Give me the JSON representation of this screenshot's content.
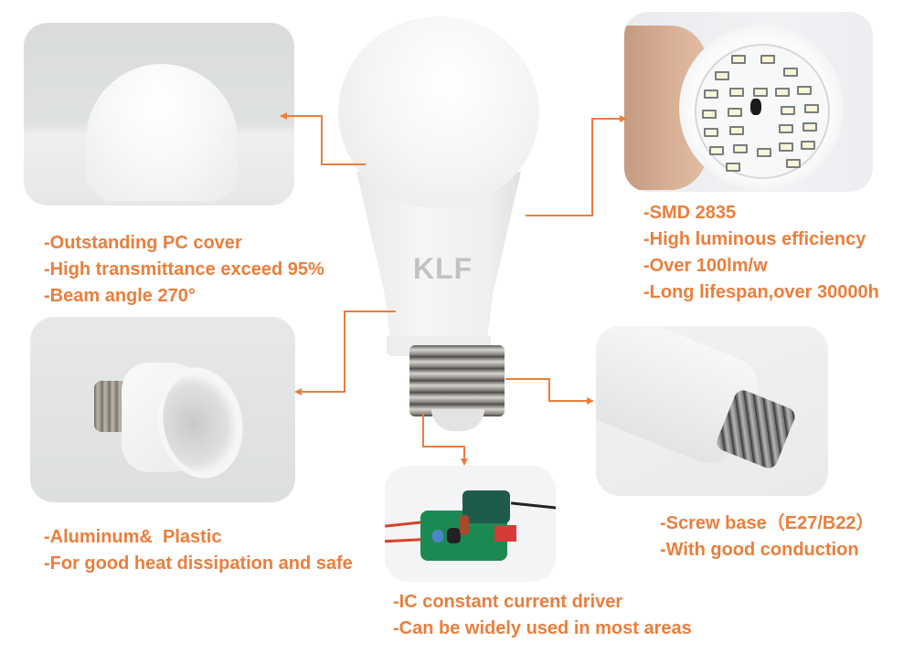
{
  "brand": {
    "logo_text": "KLF",
    "accent_color": "#ea7e3c"
  },
  "features": {
    "cover": {
      "lines": [
        "-Outstanding PC cover",
        "-High transmittance exceed 95%",
        "-Beam angle 270°"
      ]
    },
    "led": {
      "lines": [
        "-SMD 2835",
        "-High luminous efficiency",
        "-Over 100lm/w",
        "-Long lifespan,over 30000h"
      ]
    },
    "housing": {
      "lines": [
        "-Aluminum&  Plastic",
        "-For good heat dissipation and safe"
      ]
    },
    "screw_base": {
      "lines": [
        "-Screw base（E27/B22）",
        "-With good conduction"
      ]
    },
    "driver": {
      "lines": [
        "-IC constant current driver",
        "-Can be widely used in most areas"
      ]
    }
  }
}
